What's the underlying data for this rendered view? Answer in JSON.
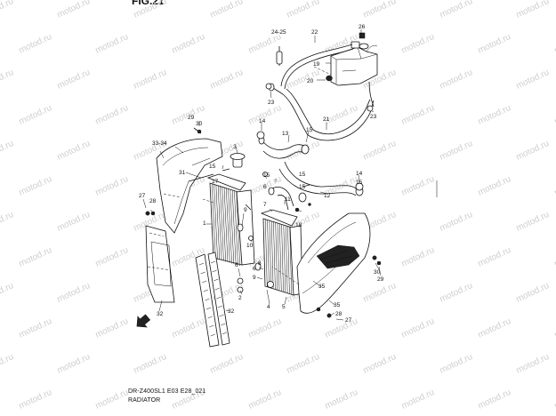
{
  "figure_label": "FIG.21",
  "watermark": "motod.ru",
  "caption": {
    "model": "DR-Z400SL1 E03 E28_021",
    "title": "RADIATOR"
  },
  "callouts": [
    "1",
    "2",
    "3",
    "4",
    "5",
    "6",
    "7",
    "8",
    "9",
    "10",
    "11",
    "12",
    "13",
    "14",
    "15",
    "17",
    "18",
    "19",
    "20",
    "21",
    "22",
    "23",
    "24-25",
    "26",
    "27",
    "28",
    "29",
    "30",
    "31",
    "32",
    "33-34",
    "35"
  ]
}
